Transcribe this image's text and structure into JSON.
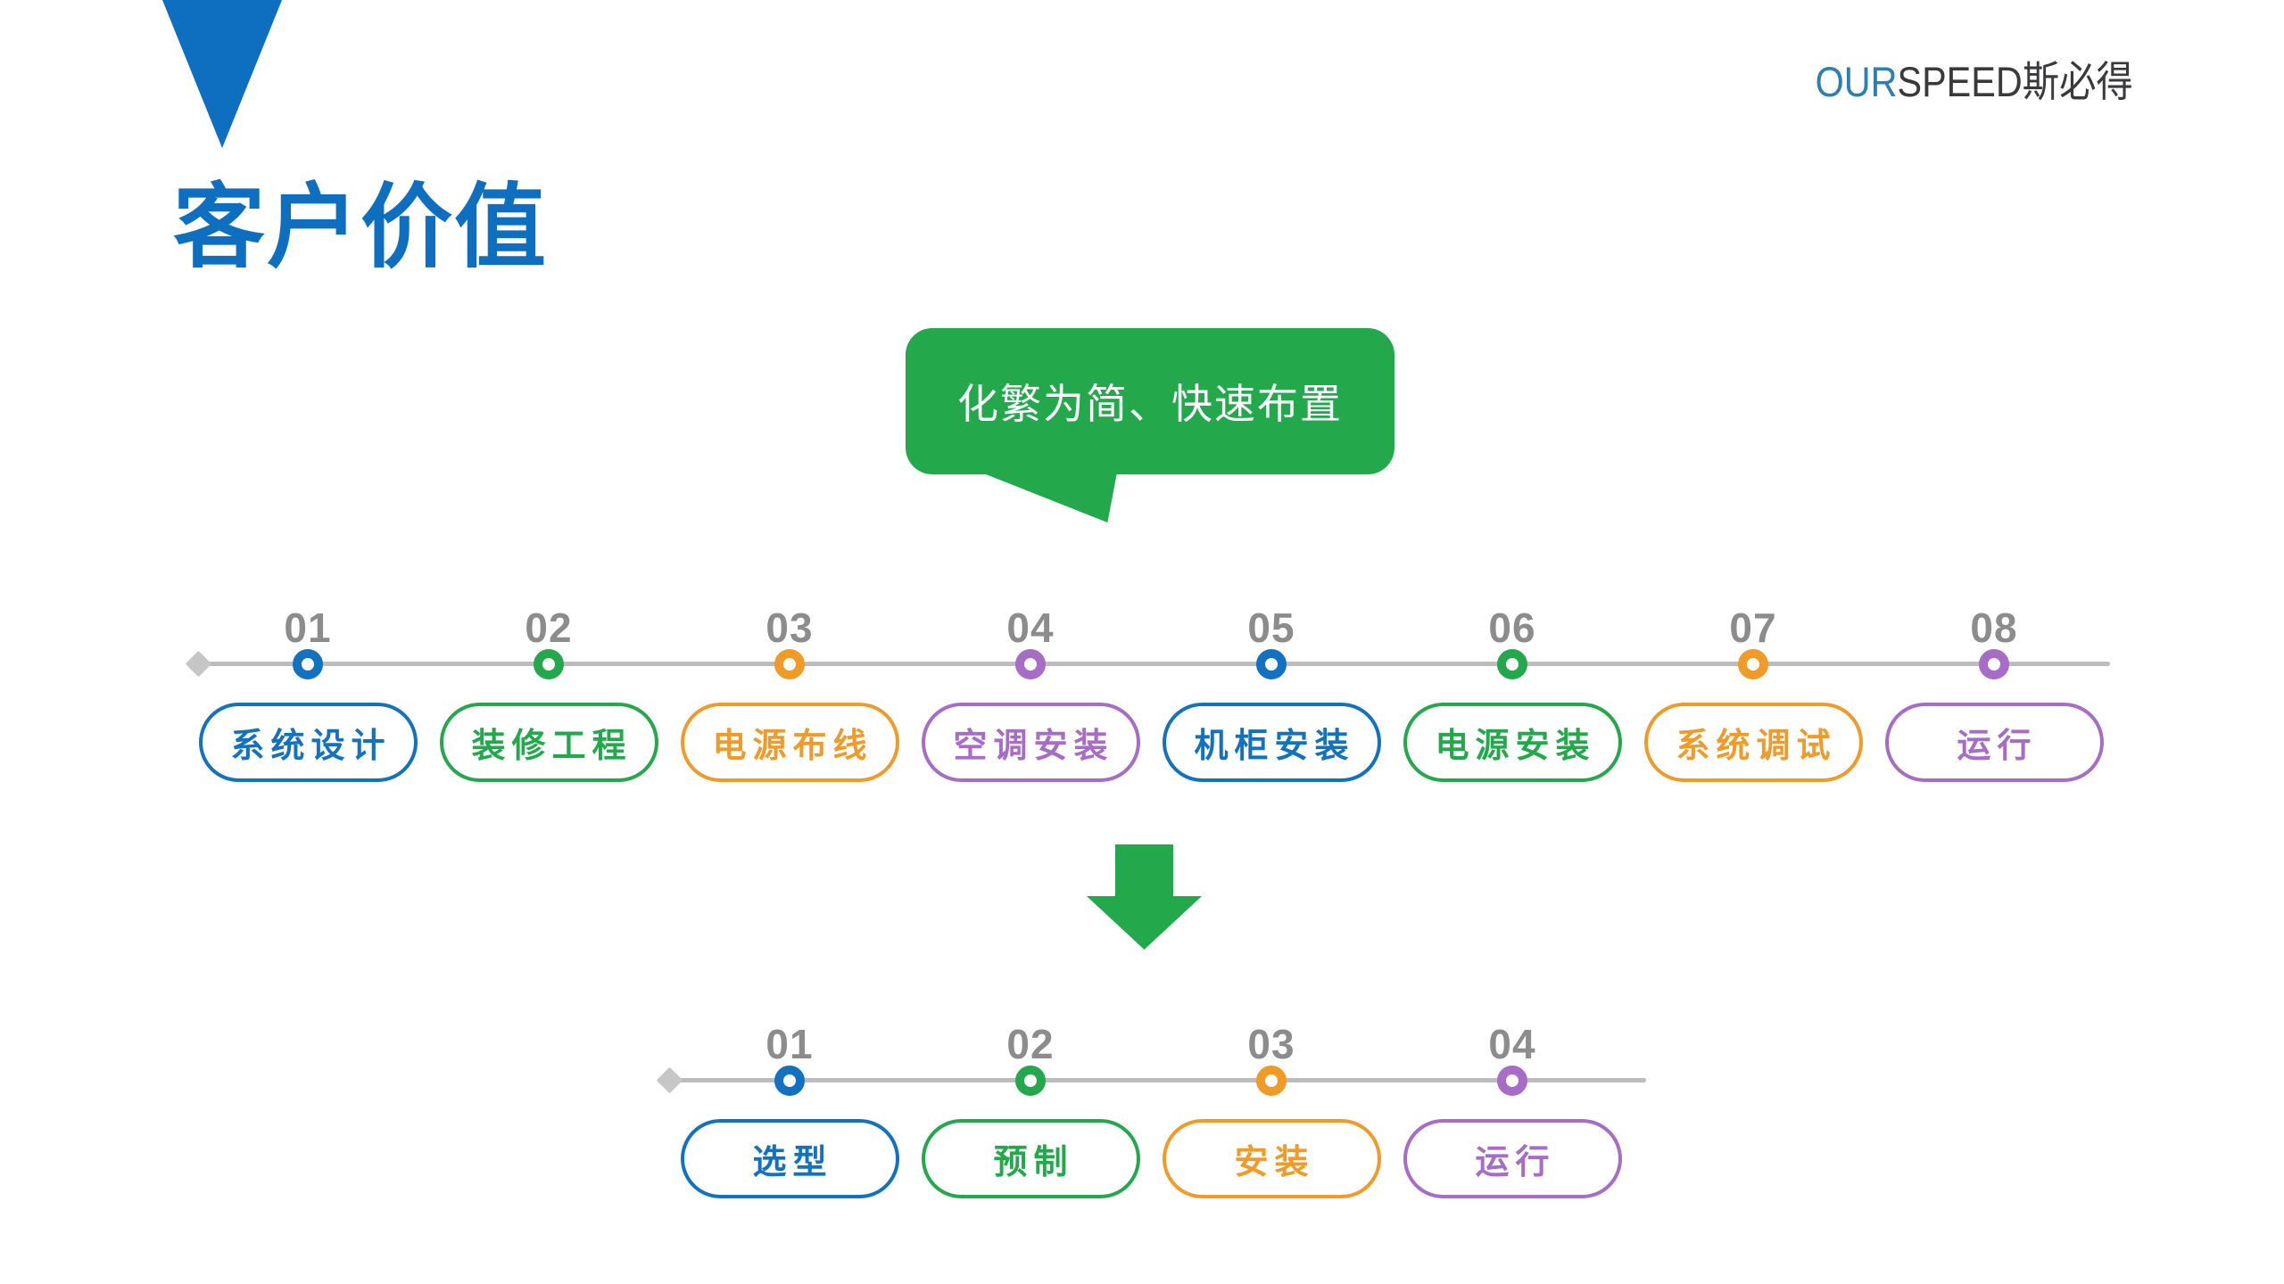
{
  "brand": {
    "logo_prefix": "OUR",
    "logo_suffix": "SPEED斯必得"
  },
  "header": {
    "title": "客户价值"
  },
  "callout": {
    "text": "化繁为简、快速布置"
  },
  "colors": {
    "blue": "#1272c0",
    "green": "#23a94c",
    "orange": "#f09b28",
    "purple": "#a76cc8",
    "title-blue": "#0e6fc0",
    "logo-blue": "#2b7fb2",
    "logo-dark": "#3a3a3c",
    "bubble-green": "#23a94c",
    "arrow-green": "#23a94c",
    "axis-gray": "#bcbcbc",
    "diamond-gray": "#c6c6c6",
    "number-gray": "#8c8c8c"
  },
  "timeline_detailed": {
    "steps": [
      {
        "number": "01",
        "label": "系统设计",
        "color": "blue"
      },
      {
        "number": "02",
        "label": "装修工程",
        "color": "green"
      },
      {
        "number": "03",
        "label": "电源布线",
        "color": "orange"
      },
      {
        "number": "04",
        "label": "空调安装",
        "color": "purple"
      },
      {
        "number": "05",
        "label": "机柜安装",
        "color": "blue"
      },
      {
        "number": "06",
        "label": "电源安装",
        "color": "green"
      },
      {
        "number": "07",
        "label": "系统调试",
        "color": "orange"
      },
      {
        "number": "08",
        "label": "运行",
        "color": "purple"
      }
    ]
  },
  "timeline_simplified": {
    "steps": [
      {
        "number": "01",
        "label": "选型",
        "color": "blue"
      },
      {
        "number": "02",
        "label": "预制",
        "color": "green"
      },
      {
        "number": "03",
        "label": "安装",
        "color": "orange"
      },
      {
        "number": "04",
        "label": "运行",
        "color": "purple"
      }
    ]
  }
}
